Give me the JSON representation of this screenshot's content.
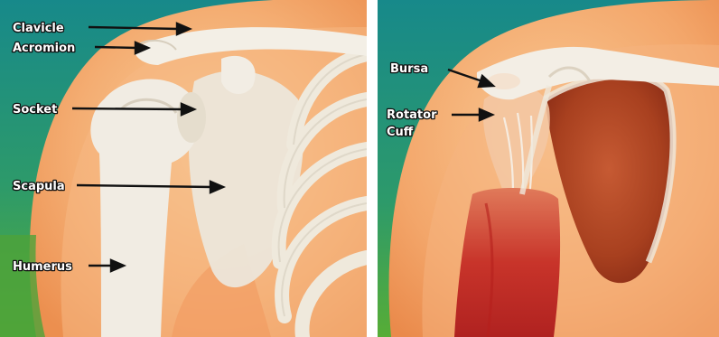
{
  "left_panel": {
    "labels": {
      "clavicle": "Clavicle",
      "acromion": "Acromion",
      "socket": "Socket",
      "scapula": "Scapula",
      "humerus": "Humerus"
    }
  },
  "right_panel": {
    "labels": {
      "bursa": "Bursa",
      "rotator_line1": "Rotator",
      "rotator_line2": "Cuff"
    }
  },
  "colors": {
    "background_teal": "#1f8f8a",
    "background_green": "#4fa83a",
    "skin": "#f3a36b",
    "skin_light": "#f8c28f",
    "bone": "#efe9dd",
    "muscle_dark": "#a8321e",
    "muscle_red": "#c8342a",
    "label_outline": "#111111"
  }
}
